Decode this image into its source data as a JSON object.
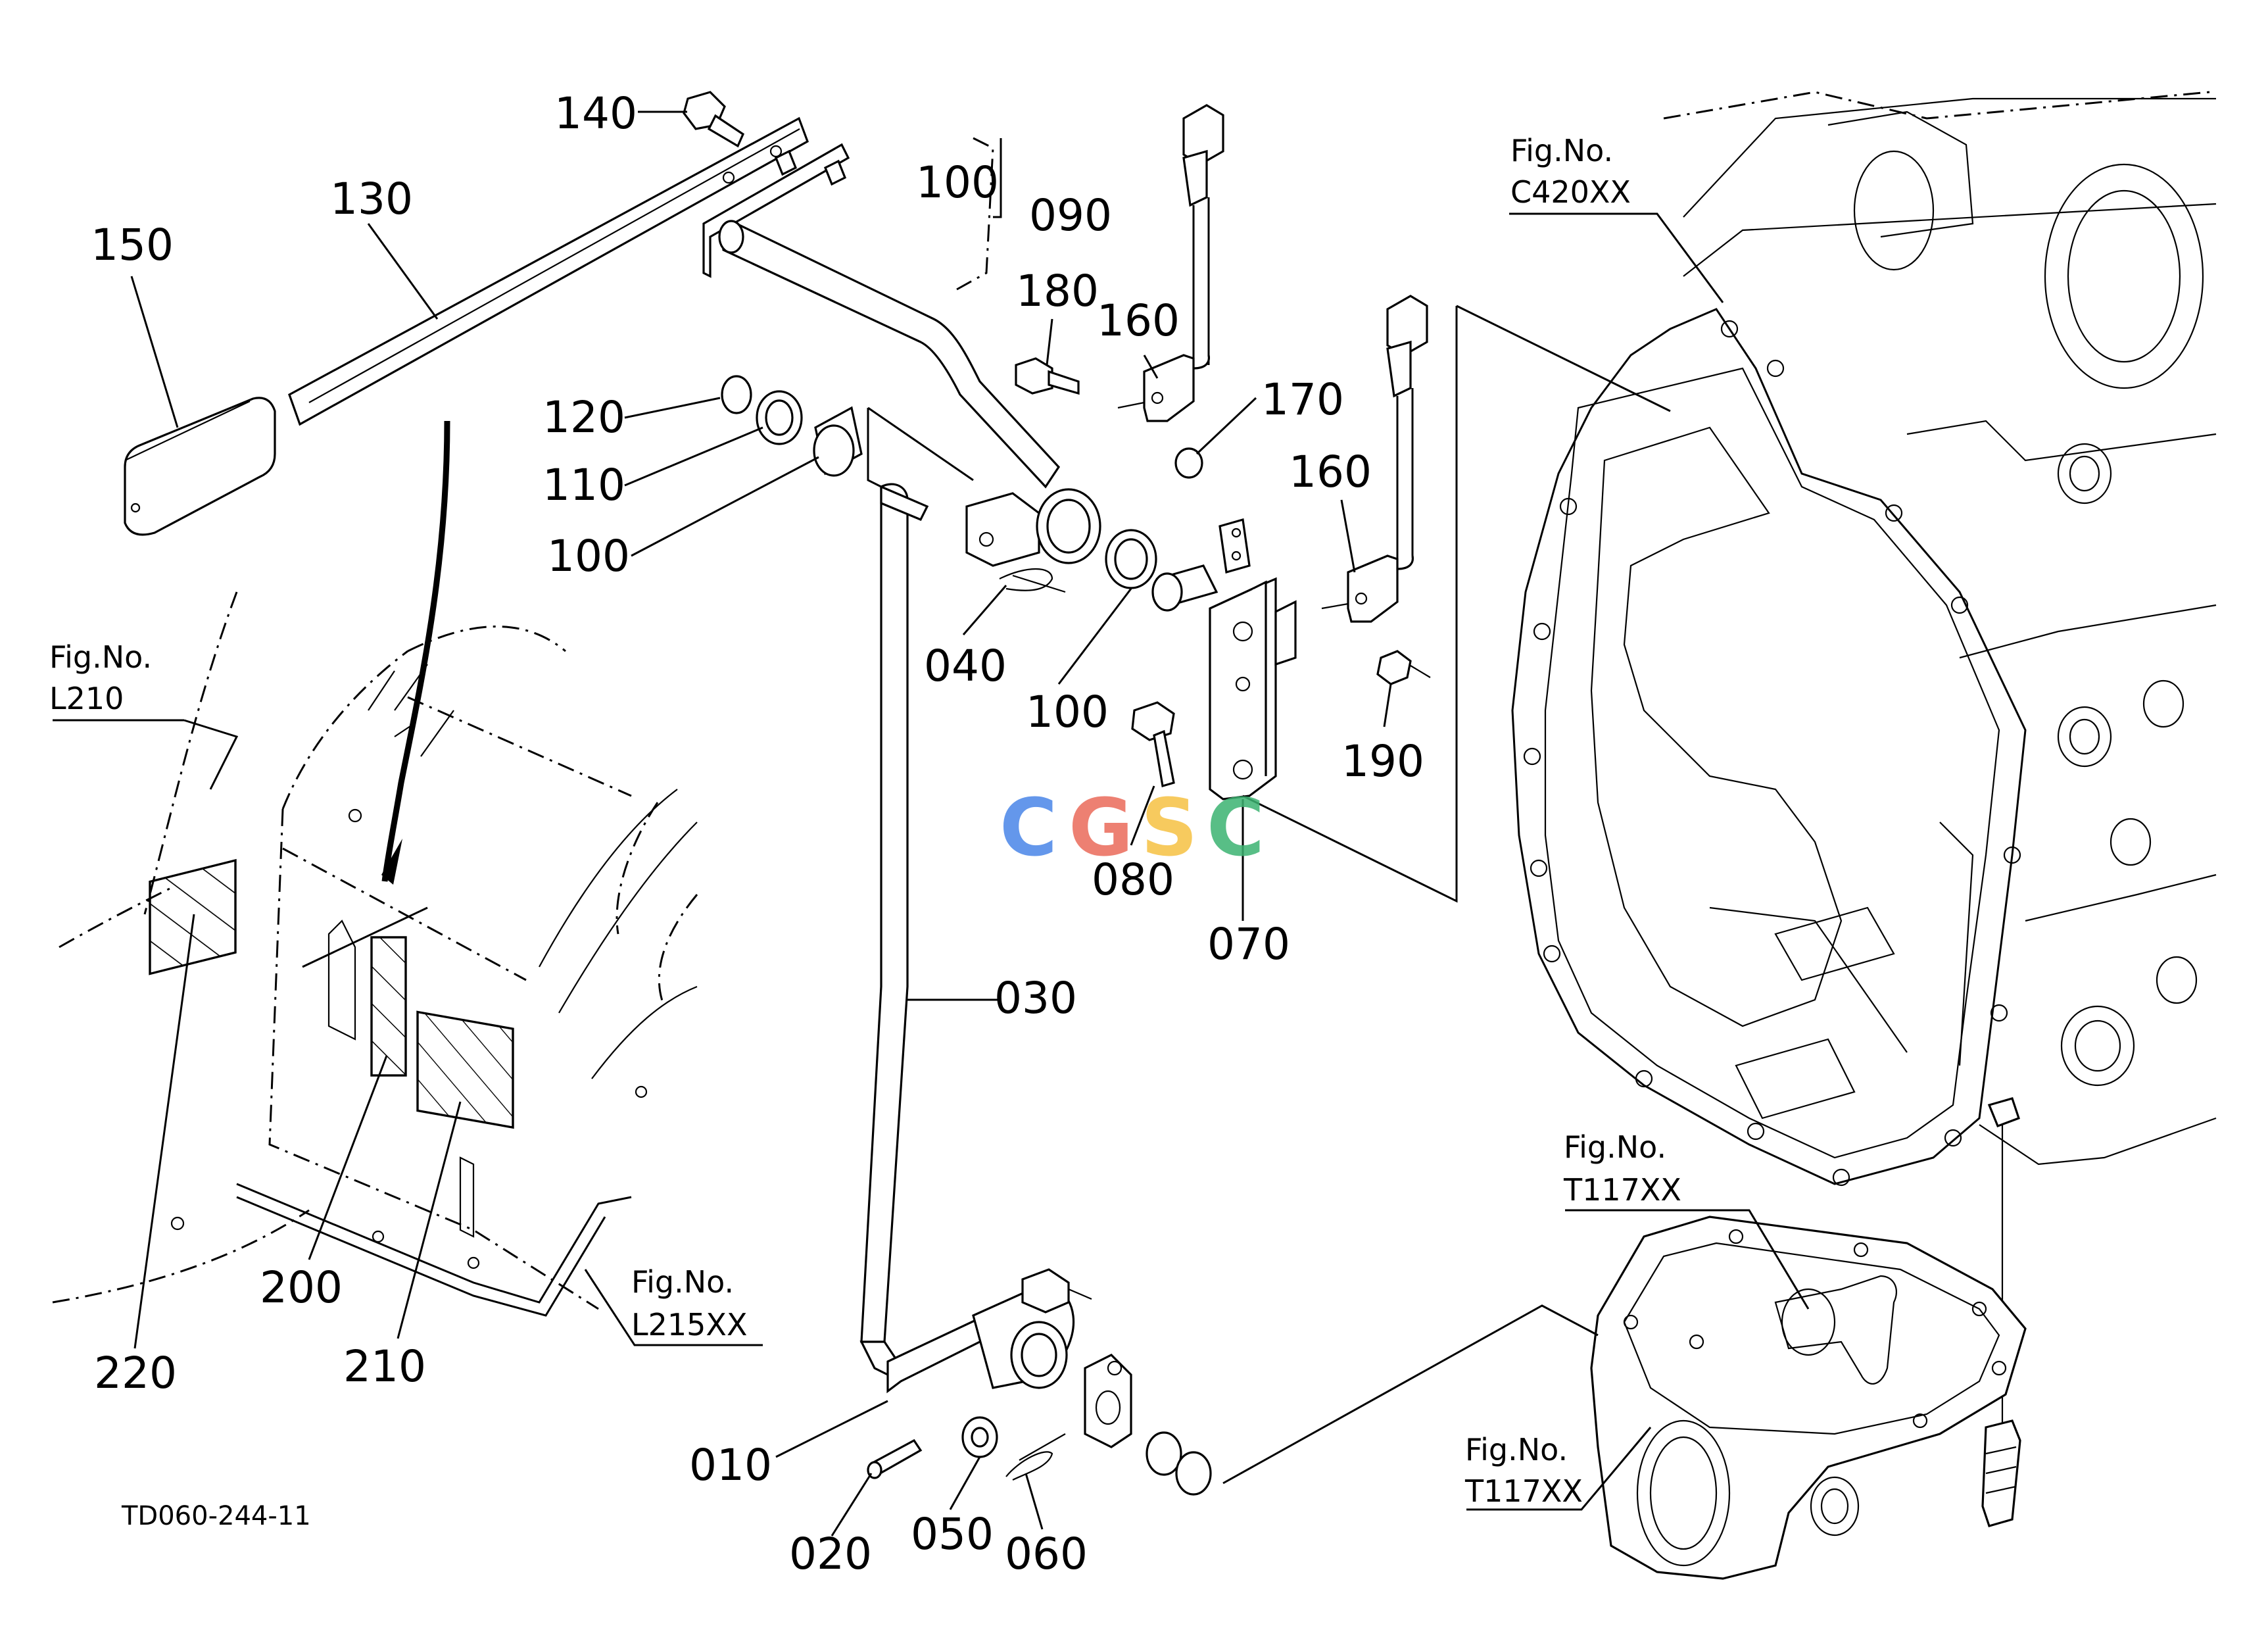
{
  "drawing_code": "TD060-244-11",
  "watermark": "CGSC",
  "watermark_colors": [
    "#4a86e8",
    "#ea6a5a",
    "#f6c142",
    "#3cb371"
  ],
  "part_labels": {
    "p140": "140",
    "p130": "130",
    "p150": "150",
    "p100a": "100",
    "p090": "090",
    "p180": "180",
    "p160a": "160",
    "p170": "170",
    "p160b": "160",
    "p120": "120",
    "p110": "110",
    "p100b": "100",
    "p040": "040",
    "p100c": "100",
    "p190": "190",
    "p080": "080",
    "p070": "070",
    "p030": "030",
    "p010": "010",
    "p020": "020",
    "p050": "050",
    "p060": "060",
    "p200": "200",
    "p210": "210",
    "p220": "220"
  },
  "figure_refs": {
    "l210": {
      "prefix": "Fig.No.",
      "code": "L210"
    },
    "c420": {
      "prefix": "Fig.No.",
      "code": "C420XX"
    },
    "l215": {
      "prefix": "Fig.No.",
      "code": "L215XX"
    },
    "t117a": {
      "prefix": "Fig.No.",
      "code": "T117XX"
    },
    "t117b": {
      "prefix": "Fig.No.",
      "code": "T117XX"
    }
  }
}
